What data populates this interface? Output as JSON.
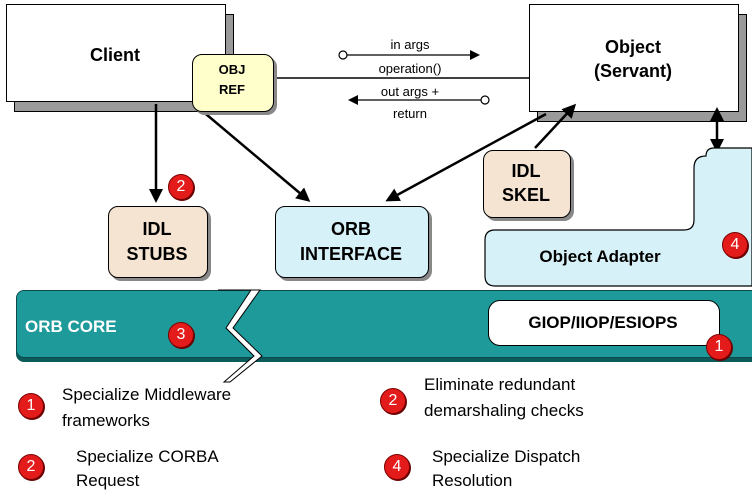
{
  "client": "Client",
  "object": {
    "line1": "Object",
    "line2": "(Servant)"
  },
  "obj_ref": {
    "line1": "OBJ",
    "line2": "REF"
  },
  "in_args": {
    "line1": "in args",
    "line2": "operation()"
  },
  "out_args": {
    "line1": "out args +",
    "line2": "return"
  },
  "idl_skel": {
    "line1": "IDL",
    "line2": "SKEL"
  },
  "idl_stubs": {
    "line1": "IDL",
    "line2": "STUBS"
  },
  "orb_interface": {
    "line1": "ORB",
    "line2": "INTERFACE"
  },
  "object_adapter": "Object Adapter",
  "orb_core": "ORB CORE",
  "giop": "GIOP/IIOP/ESIOPS",
  "badges": {
    "stubs": "2",
    "core": "3",
    "adapter": "4",
    "giop": "1"
  },
  "legend": [
    {
      "num": "1",
      "line1": "Specialize Middleware",
      "line2": "frameworks"
    },
    {
      "num": "2",
      "line1": "Eliminate redundant",
      "line2": "demarshaling checks"
    },
    {
      "num": "2",
      "line1": "Specialize CORBA",
      "line2": "Request"
    },
    {
      "num": "4",
      "line1": "Specialize Dispatch",
      "line2": "Resolution"
    }
  ],
  "colors": {
    "teal": "#1e9a9a",
    "light_blue": "#d6f1f7",
    "peach": "#f6e4d2",
    "cream": "#ffffcc",
    "red": "#e41b1b"
  }
}
